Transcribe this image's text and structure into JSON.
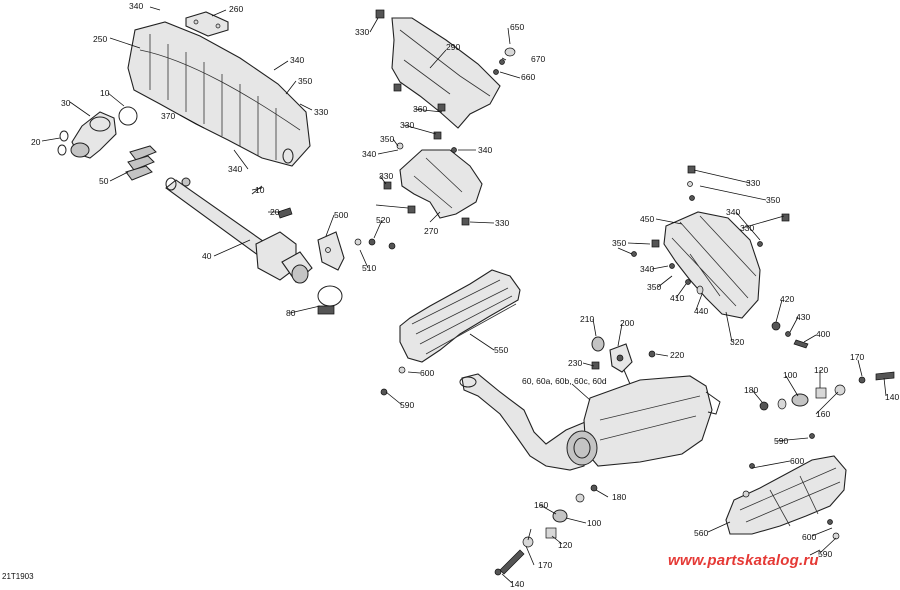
{
  "diagram_ref": "21T1903",
  "watermark": "www.partskatalog.ru",
  "colors": {
    "watermark": "#e53935",
    "line": "#222222",
    "fill": "#e6e6e6"
  },
  "callouts": [
    {
      "id": "c340a",
      "text": "340"
    },
    {
      "id": "c260",
      "text": "260"
    },
    {
      "id": "c250",
      "text": "250"
    },
    {
      "id": "c340b",
      "text": "340"
    },
    {
      "id": "c350a",
      "text": "350"
    },
    {
      "id": "c330a",
      "text": "330"
    },
    {
      "id": "c10a",
      "text": "10"
    },
    {
      "id": "c30",
      "text": "30"
    },
    {
      "id": "c370",
      "text": "370"
    },
    {
      "id": "c20a",
      "text": "20"
    },
    {
      "id": "c340c",
      "text": "340"
    },
    {
      "id": "c50",
      "text": "50"
    },
    {
      "id": "c10b",
      "text": "10"
    },
    {
      "id": "c20b",
      "text": "20"
    },
    {
      "id": "c40",
      "text": "40"
    },
    {
      "id": "c500",
      "text": "500"
    },
    {
      "id": "c520",
      "text": "520"
    },
    {
      "id": "c510",
      "text": "510"
    },
    {
      "id": "c80",
      "text": "80"
    },
    {
      "id": "c330b",
      "text": "330"
    },
    {
      "id": "c290",
      "text": "290"
    },
    {
      "id": "c650",
      "text": "650"
    },
    {
      "id": "c670",
      "text": "670"
    },
    {
      "id": "c660",
      "text": "660"
    },
    {
      "id": "c360",
      "text": "360"
    },
    {
      "id": "c330c",
      "text": "330"
    },
    {
      "id": "c350b",
      "text": "350"
    },
    {
      "id": "c340d",
      "text": "340"
    },
    {
      "id": "c340e",
      "text": "340"
    },
    {
      "id": "c330d",
      "text": "330"
    },
    {
      "id": "c270",
      "text": "270"
    },
    {
      "id": "c330e",
      "text": "330"
    },
    {
      "id": "c330f",
      "text": "330"
    },
    {
      "id": "c350c",
      "text": "350"
    },
    {
      "id": "c340f",
      "text": "340"
    },
    {
      "id": "c450",
      "text": "450"
    },
    {
      "id": "c330g",
      "text": "330"
    },
    {
      "id": "c350d",
      "text": "350"
    },
    {
      "id": "c340g",
      "text": "340"
    },
    {
      "id": "c350e",
      "text": "350"
    },
    {
      "id": "c410",
      "text": "410"
    },
    {
      "id": "c440",
      "text": "440"
    },
    {
      "id": "c420",
      "text": "420"
    },
    {
      "id": "c430",
      "text": "430"
    },
    {
      "id": "c400",
      "text": "400"
    },
    {
      "id": "c320",
      "text": "320"
    },
    {
      "id": "c550",
      "text": "550"
    },
    {
      "id": "c210",
      "text": "210"
    },
    {
      "id": "c200",
      "text": "200"
    },
    {
      "id": "c220",
      "text": "220"
    },
    {
      "id": "c230",
      "text": "230"
    },
    {
      "id": "c60",
      "text": "60, 60a, 60b, 60c, 60d"
    },
    {
      "id": "c600a",
      "text": "600"
    },
    {
      "id": "c590a",
      "text": "590"
    },
    {
      "id": "c170a",
      "text": "170"
    },
    {
      "id": "c100a",
      "text": "100"
    },
    {
      "id": "c120a",
      "text": "120"
    },
    {
      "id": "c180a",
      "text": "180"
    },
    {
      "id": "c160a",
      "text": "160"
    },
    {
      "id": "c140a",
      "text": "140"
    },
    {
      "id": "c590b",
      "text": "590"
    },
    {
      "id": "c600b",
      "text": "600"
    },
    {
      "id": "c180b",
      "text": "180"
    },
    {
      "id": "c160b",
      "text": "160"
    },
    {
      "id": "c100b",
      "text": "100"
    },
    {
      "id": "c120b",
      "text": "120"
    },
    {
      "id": "c560",
      "text": "560"
    },
    {
      "id": "c600c",
      "text": "600"
    },
    {
      "id": "c590c",
      "text": "590"
    },
    {
      "id": "c170b",
      "text": "170"
    },
    {
      "id": "c140b",
      "text": "140"
    }
  ]
}
